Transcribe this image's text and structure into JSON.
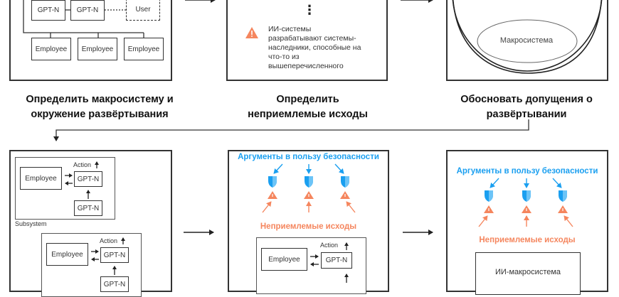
{
  "steps": [
    {
      "label_line1": "Определить макросистему и",
      "label_line2": "окружение развёртывания",
      "diagram": {
        "gpt_boxes": [
          "GPT-N",
          "GPT-N"
        ],
        "user_box": "User",
        "employees": [
          "Employee",
          "Employee",
          "Employee"
        ]
      }
    },
    {
      "label_line1": "Определить",
      "label_line2": "неприемлемые исходы",
      "diagram": {
        "ellipsis": "⋮",
        "warning_text_lines": [
          "ИИ-системы",
          "разрабатывают системы-",
          "наследники, способные на",
          "что-то из",
          "вышеперечисленного"
        ]
      }
    },
    {
      "label_line1": "Обосновать допущения о",
      "label_line2": "развёртывании",
      "diagram": {
        "ellipse_label": "Макросистема"
      }
    }
  ],
  "bottom_panels": [
    {
      "subsystems": [
        {
          "employee": "Employee",
          "action": "Action",
          "gpt_top": "GPT-N",
          "gpt_bottom": "GPT-N"
        },
        {
          "employee": "Employee",
          "action": "Action",
          "gpt_top": "GPT-N",
          "gpt_bottom": "GPT-N"
        }
      ],
      "subsystem_label": "Subsystem"
    },
    {
      "safety_label": "Аргументы в пользу безопасности",
      "unacceptable_label": "Неприемлемые исходы",
      "subsystem": {
        "employee": "Employee",
        "action": "Action",
        "gpt_top": "GPT-N"
      }
    },
    {
      "safety_label": "Аргументы в пользу безопасности",
      "unacceptable_label": "Неприемлемые исходы",
      "macrosystem_label": "ИИ-макросистема"
    }
  ],
  "colors": {
    "safety_blue": "#1a9ff0",
    "hazard_orange": "#f5865e",
    "line": "#333333"
  },
  "icons": [
    "shield-icon",
    "warning-triangle-icon",
    "arrow-right-icon",
    "arrow-up-icon"
  ]
}
